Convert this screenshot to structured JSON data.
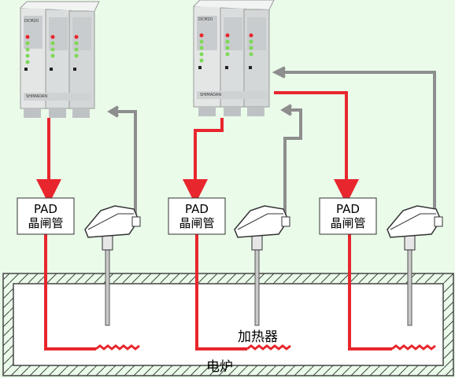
{
  "modules": {
    "module_model_label": "DCM20",
    "brand_label": "SHIMADAN"
  },
  "pad_boxes": [
    {
      "line1": "PAD",
      "line2": "晶闸管"
    },
    {
      "line1": "PAD",
      "line2": "晶闸管"
    },
    {
      "line1": "PAD",
      "line2": "晶闸管"
    }
  ],
  "furnace": {
    "heater_label": "加热器",
    "furnace_label": "电炉"
  },
  "colors": {
    "background": "#eafbea",
    "power_line": "#e8262d",
    "signal_line": "#8e8e8e",
    "module_body": "#e4e6e6",
    "led_green": "#7ed957",
    "led_red": "#e8262d"
  }
}
